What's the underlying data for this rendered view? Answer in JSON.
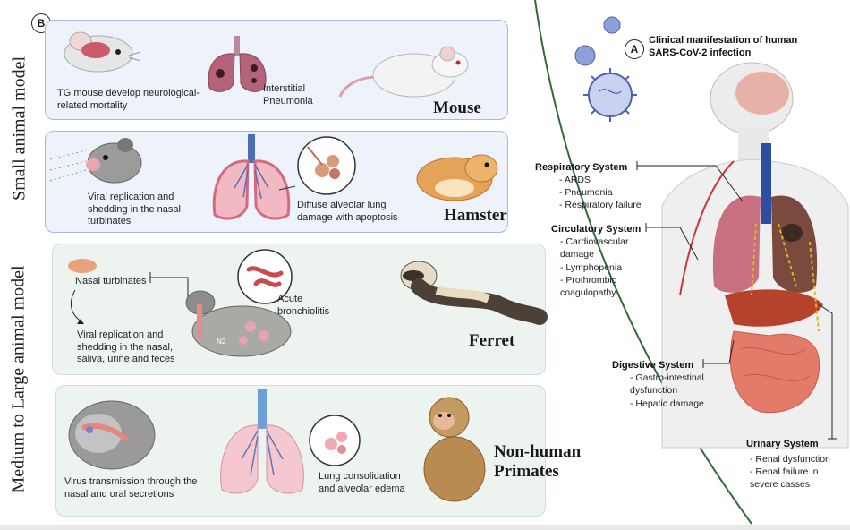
{
  "badges": {
    "left": "B",
    "right": "A"
  },
  "section_labels": {
    "small": "Small animal model",
    "large": "Medium to Large animal model"
  },
  "mouse": {
    "name": "Mouse",
    "caption_neuro": "TG mouse develop neurological-related mortality",
    "caption_lung": "Interstitial Pneumonia"
  },
  "hamster": {
    "name": "Hamster",
    "caption_nasal": "Viral replication and shedding in the nasal turbinates",
    "caption_lung": "Diffuse alveolar lung damage with apoptosis"
  },
  "ferret": {
    "name": "Ferret",
    "caption_turbinates": "Nasal turbinates",
    "caption_bronch": "Acute bronchiolitis",
    "caption_shed": "Viral replication and shedding in the nasal, saliva, urine and feces",
    "n2": "N2"
  },
  "primate": {
    "name": "Non-human Primates",
    "caption_nasal": "Virus transmission through the nasal and oral secretions",
    "caption_lung": "Lung consolidation and alveolar edema"
  },
  "human": {
    "title": "Clinical manifestation of human SARS-CoV-2 infection",
    "respiratory": {
      "title": "Respiratory System",
      "items": [
        "- ARDS",
        "- Pneumonia",
        "- Respiratory failure"
      ]
    },
    "circulatory": {
      "title": "Circulatory System",
      "items": [
        "- Cardiovascular damage",
        "- Lymphopenia",
        "- Prothrombic coagulopathy"
      ]
    },
    "digestive": {
      "title": "Digestive System",
      "items": [
        "- Gastro-intestinal dysfunction",
        "- Hepatic damage"
      ]
    },
    "urinary": {
      "title": "Urinary System",
      "items": [
        "- Renal dysfunction",
        "- Renal failure in severe casses"
      ]
    }
  }
}
